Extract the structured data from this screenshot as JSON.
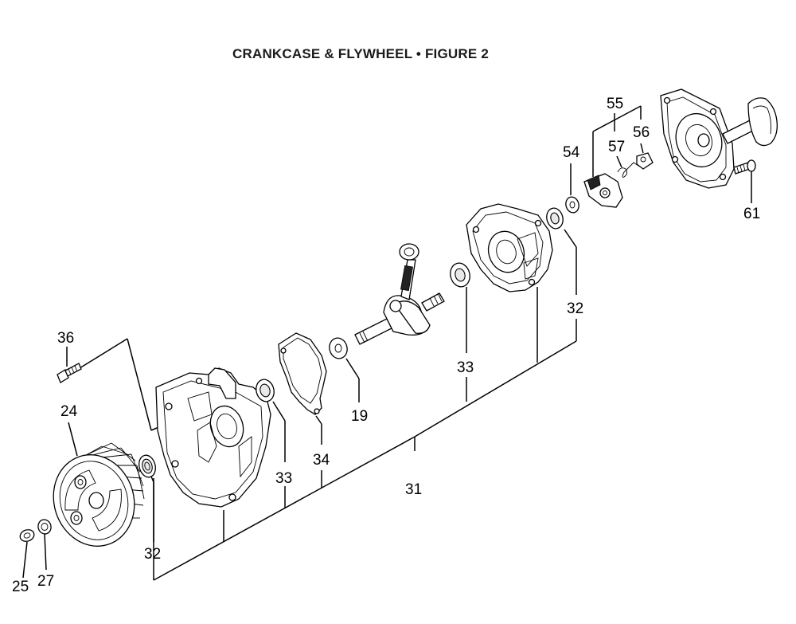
{
  "title": "CRANKCASE & FLYWHEEL  •  FIGURE 2",
  "callouts": {
    "c19": "19",
    "c24": "24",
    "c25": "25",
    "c27": "27",
    "c31": "31",
    "c32_left": "32",
    "c32_right": "32",
    "c33_left": "33",
    "c33_right": "33",
    "c34": "34",
    "c36": "36",
    "c54": "54",
    "c55": "55",
    "c56": "56",
    "c57": "57",
    "c61": "61"
  }
}
